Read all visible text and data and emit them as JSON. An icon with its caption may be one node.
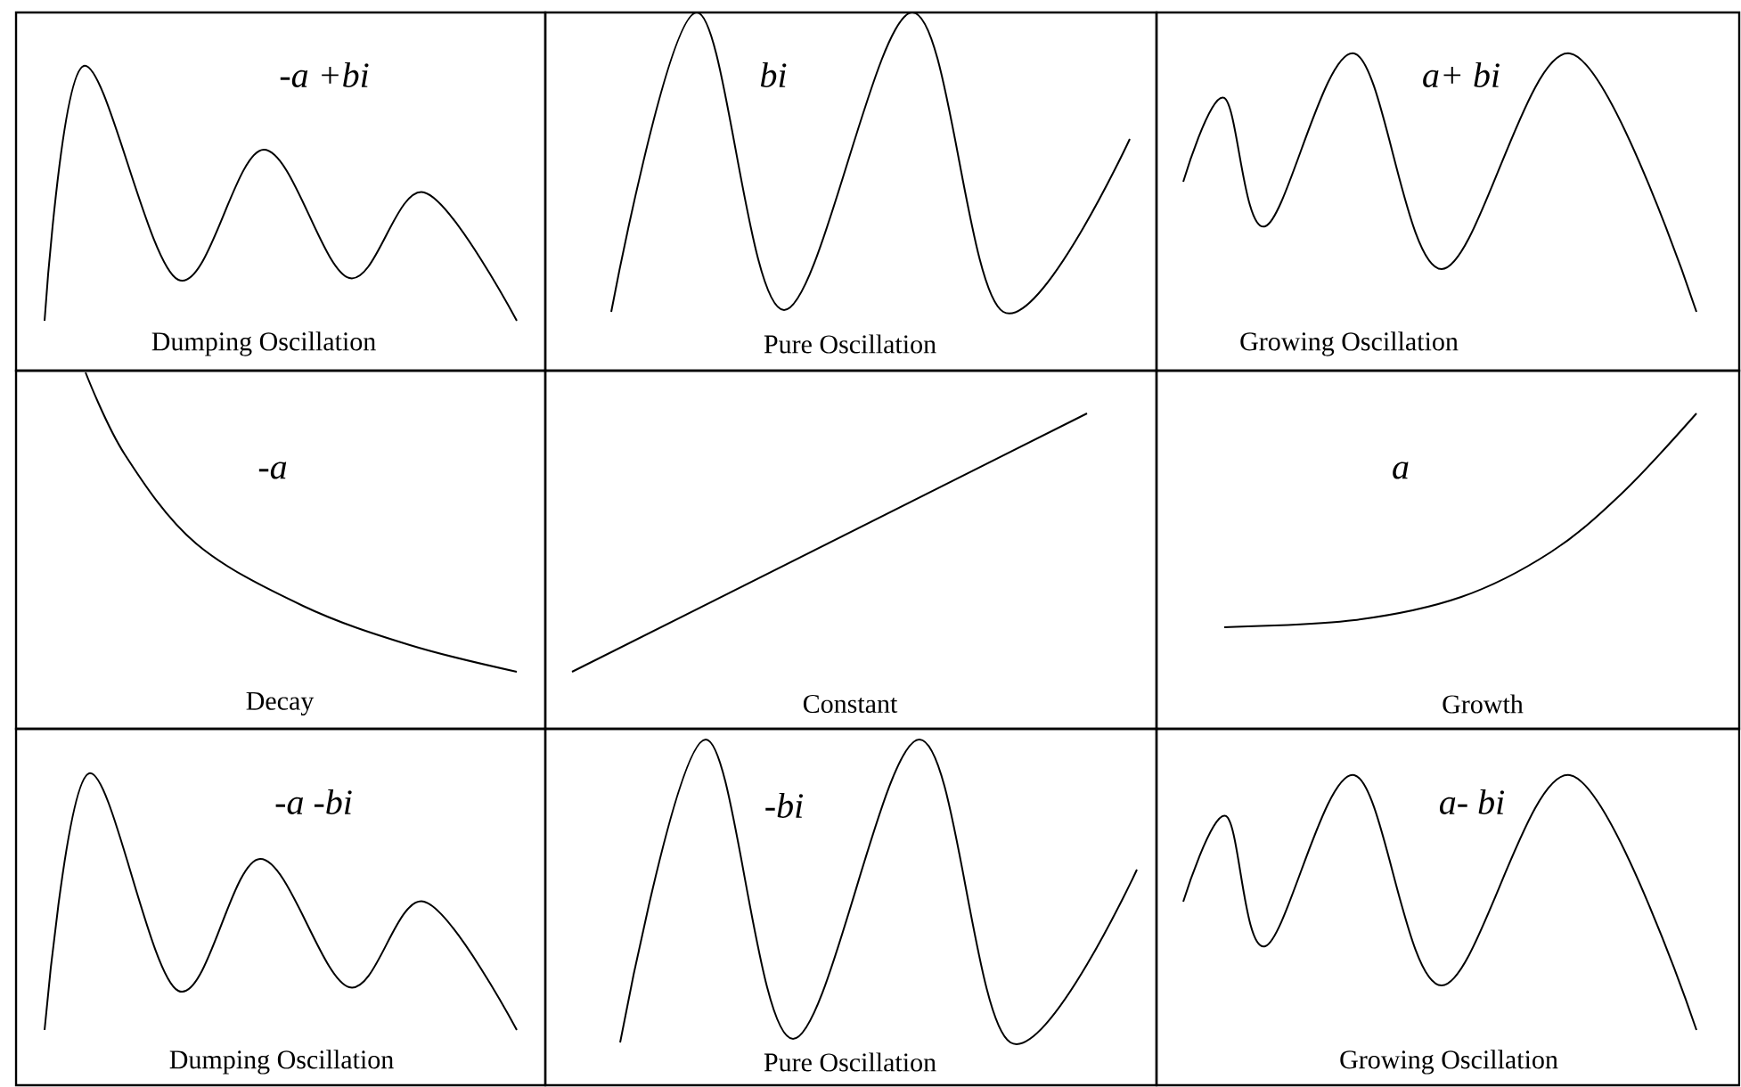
{
  "diagram": {
    "nodes": [
      {
        "text": [
          "-a +bi",
          "Dumping Oscillation"
        ]
      },
      {
        "text": [
          "bi",
          "Pure Oscillation"
        ]
      },
      {
        "text": [
          "a+ bi",
          "Growing Oscillation"
        ]
      },
      {
        "text": [
          "-a",
          "Decay"
        ]
      },
      {
        "text": [
          "Constant"
        ]
      },
      {
        "text": [
          "a",
          "Growth"
        ]
      },
      {
        "text": [
          "-a -bi",
          "Dumping Oscillation"
        ]
      },
      {
        "text": [
          "-bi",
          "Pure Oscillation"
        ]
      },
      {
        "text": [
          "a- bi",
          "Growing Oscillation"
        ]
      }
    ]
  }
}
